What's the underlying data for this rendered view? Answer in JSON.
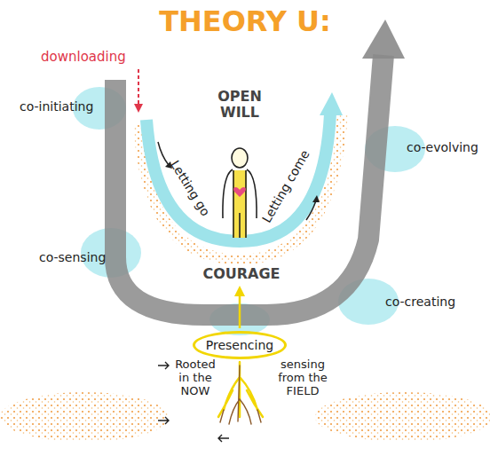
{
  "diagram": {
    "title": "THEORY U:",
    "nodes": [
      {
        "text": [
          "Presencing"
        ]
      }
    ],
    "labels": [
      "downloading",
      "co-initiating",
      "co-sensing",
      "OPEN WILL",
      "Letting go",
      "Letting come",
      "COURAGE",
      "Rooted in the NOW",
      "sensing from the FIELD",
      "co-evolving",
      "co-creating"
    ]
  }
}
